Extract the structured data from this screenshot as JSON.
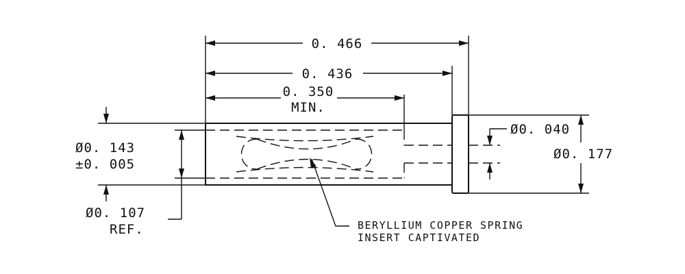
{
  "dimensions": {
    "overall_length": "0. 466",
    "body_length": "0. 436",
    "min_length_value": "0. 350",
    "min_length_note": "MIN.",
    "body_diameter_value": "Ø0. 143",
    "body_diameter_tolerance": "±0. 005",
    "bore_diameter_value": "Ø0. 107",
    "bore_diameter_note": "REF.",
    "pin_diameter": "Ø0. 040",
    "flange_diameter": "Ø0. 177"
  },
  "callout": {
    "line1": "BERYLLIUM COPPER SPRING",
    "line2": "INSERT CAPTIVATED"
  }
}
